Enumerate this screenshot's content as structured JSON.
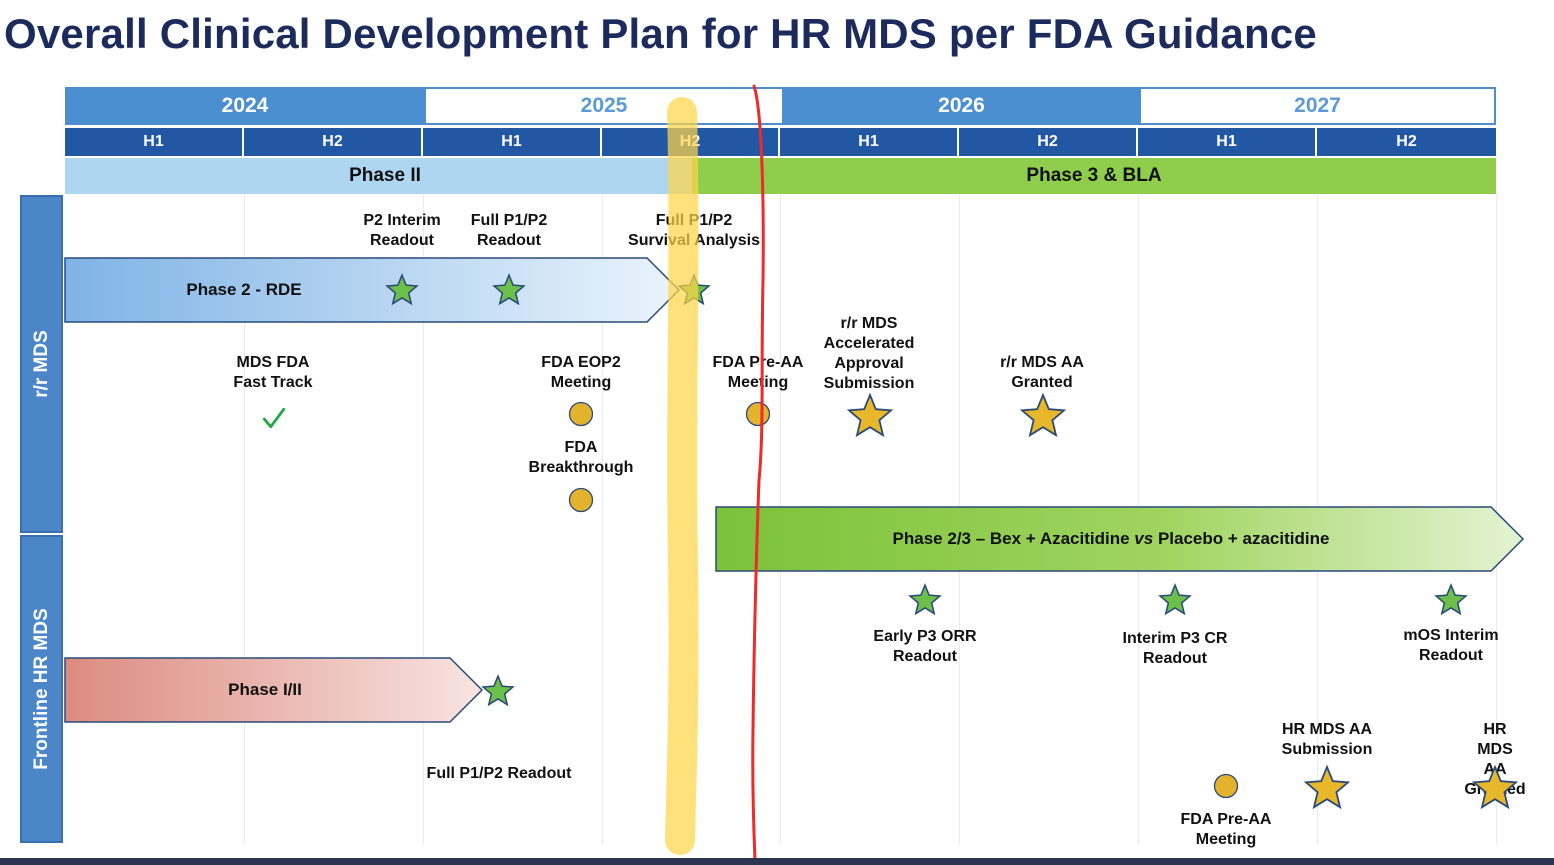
{
  "title": "Overall Clinical Development Plan for HR MDS per FDA Guidance",
  "timeline": {
    "years": [
      "2024",
      "2025",
      "2026",
      "2027"
    ],
    "halves": [
      "H1",
      "H2",
      "H1",
      "H2",
      "H1",
      "H2",
      "H1",
      "H2"
    ],
    "phase_bands": [
      {
        "label": "Phase II",
        "color": "#aed6f1"
      },
      {
        "label": "Phase 3 & BLA",
        "color": "#8fce4c"
      }
    ]
  },
  "rows": {
    "rr": "r/r MDS",
    "frontline": "Frontline HR MDS"
  },
  "bars": {
    "phase2_rde": "Phase 2 - RDE",
    "phase23_prefix": "Phase 2/3 – Bex + Azacitidine ",
    "phase23_vs": "vs",
    "phase23_suffix": " Placebo + azacitidine",
    "phase12": "Phase I/II"
  },
  "milestones": {
    "p2_interim": "P2 Interim\nReadout",
    "full_p1p2": "Full P1/P2\nReadout",
    "survival": "Full P1/P2\nSurvival Analysis",
    "fast_track": "MDS FDA\nFast Track",
    "eop2": "FDA EOP2\nMeeting",
    "breakthrough": "FDA\nBreakthrough",
    "pre_aa_rr": "FDA Pre-AA\nMeeting",
    "aa_submission_rr": "r/r MDS\nAccelerated\nApproval\nSubmission",
    "aa_granted_rr": "r/r MDS AA\nGranted",
    "early_p3": "Early P3 ORR\nReadout",
    "interim_p3": "Interim P3 CR\nReadout",
    "mos_interim": "mOS Interim\nReadout",
    "full_p1p2_frontline": "Full P1/P2 Readout",
    "hr_aa_submission": "HR MDS AA\nSubmission",
    "hr_aa_granted": "HR MDS AA\nGranted",
    "pre_aa_hr": "FDA Pre-AA\nMeeting"
  },
  "colors": {
    "title": "#1c2a5c",
    "year_blue": "#4b8fd1",
    "half_blue": "#2257a3",
    "star_green": "#6cc04a",
    "star_gold": "#e8b72a",
    "circle_gold": "#e3b32e",
    "highlighter": "#ffd54a",
    "red_line": "#ee2a2a"
  },
  "icons": [
    "green-star-icon",
    "gold-star-icon",
    "gold-circle-icon",
    "checkmark-icon"
  ]
}
